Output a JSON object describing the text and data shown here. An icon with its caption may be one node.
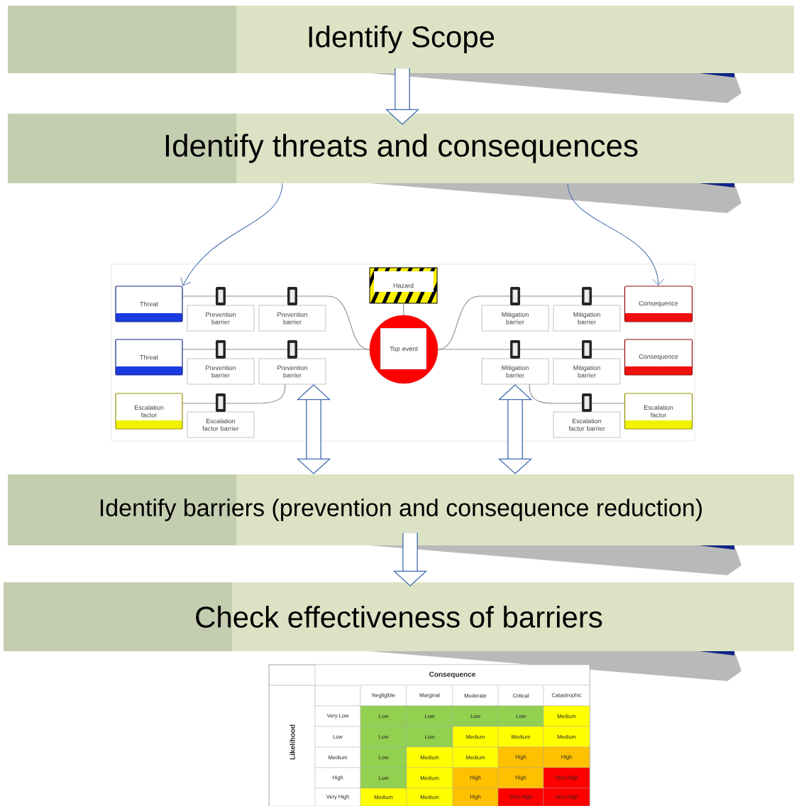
{
  "diagram": {
    "nodes": [
      {
        "text": [
          "Identify Scope"
        ]
      },
      {
        "text": [
          "Identify threats and consequences"
        ]
      },
      {
        "text": [
          "Identify barriers (prevention and consequence reduction)"
        ]
      },
      {
        "text": [
          "Check effectiveness of barriers"
        ]
      },
      {
        "text": [],
        "shape": "box"
      },
      {
        "text": [
          "Hazard"
        ],
        "in": 4
      },
      {
        "text": [
          "Top event"
        ],
        "in": 4
      },
      {
        "text": [
          "Threat"
        ],
        "in": 4
      },
      {
        "text": [
          "Prevention barrier"
        ],
        "in": 4
      },
      {
        "text": [
          "Prevention barrier"
        ],
        "in": 4
      },
      {
        "text": [
          "Threat"
        ],
        "in": 4
      },
      {
        "text": [
          "Prevention barrier"
        ],
        "in": 4
      },
      {
        "text": [
          "Prevention barrier"
        ],
        "in": 4
      },
      {
        "text": [
          "Escalation factor"
        ],
        "in": 4
      },
      {
        "text": [
          "Escalation factor barrier"
        ],
        "in": 4
      },
      {
        "text": [
          "Consequence"
        ],
        "in": 4
      },
      {
        "text": [
          "Mitigation barrier"
        ],
        "in": 4
      },
      {
        "text": [
          "Mitigation barrier"
        ],
        "in": 4
      },
      {
        "text": [
          "Consequence"
        ],
        "in": 4
      },
      {
        "text": [
          "Mitigation barrier"
        ],
        "in": 4
      },
      {
        "text": [
          "Mitigation barrier"
        ],
        "in": 4
      },
      {
        "text": [
          "Escalation factor"
        ],
        "in": 4
      },
      {
        "text": [
          "Escalation factor barrier"
        ],
        "in": 4
      }
    ],
    "edges": [
      {
        "from": 0,
        "to": 1,
        "arrow": "to",
        "style": "thick",
        "color": "#3f6aae"
      },
      {
        "from": 1,
        "to": 7,
        "arrow": "to",
        "color": "#3f6aae"
      },
      {
        "from": 1,
        "to": 15,
        "arrow": "to",
        "color": "#3f6aae"
      },
      {
        "from": 12,
        "to": 2,
        "arrow": "both",
        "style": "thick",
        "color": "#3f6aae"
      },
      {
        "from": 19,
        "to": 2,
        "arrow": "both",
        "style": "thick",
        "color": "#3f6aae"
      },
      {
        "from": 2,
        "to": 3,
        "arrow": "to",
        "style": "thick",
        "color": "#3f6aae"
      },
      {
        "from": 5,
        "to": 6,
        "arrow": "none"
      },
      {
        "from": 7,
        "to": 6,
        "arrow": "none"
      },
      {
        "from": 10,
        "to": 6,
        "arrow": "none"
      },
      {
        "from": 6,
        "to": 15,
        "arrow": "none"
      },
      {
        "from": 6,
        "to": 18,
        "arrow": "none"
      },
      {
        "from": 13,
        "to": 12,
        "arrow": "none"
      },
      {
        "from": 21,
        "to": 19,
        "arrow": "none"
      }
    ],
    "labels": [
      "Consequence",
      "Negligible",
      "Marginal",
      "Moderate",
      "Critical",
      "Catastrophic",
      "Likelihood",
      "Very Low",
      "Low",
      "Low",
      "Low",
      "Low",
      "Medium",
      "Low",
      "Low",
      "Low",
      "Medium",
      "Medium",
      "Medium",
      "Medium",
      "Low",
      "Medium",
      "Medium",
      "High",
      "High",
      "High",
      "Low",
      "Medium",
      "High",
      "High",
      "Very High",
      "Very High",
      "Medium",
      "Medium",
      "High",
      "Very High",
      "Very High"
    ]
  }
}
